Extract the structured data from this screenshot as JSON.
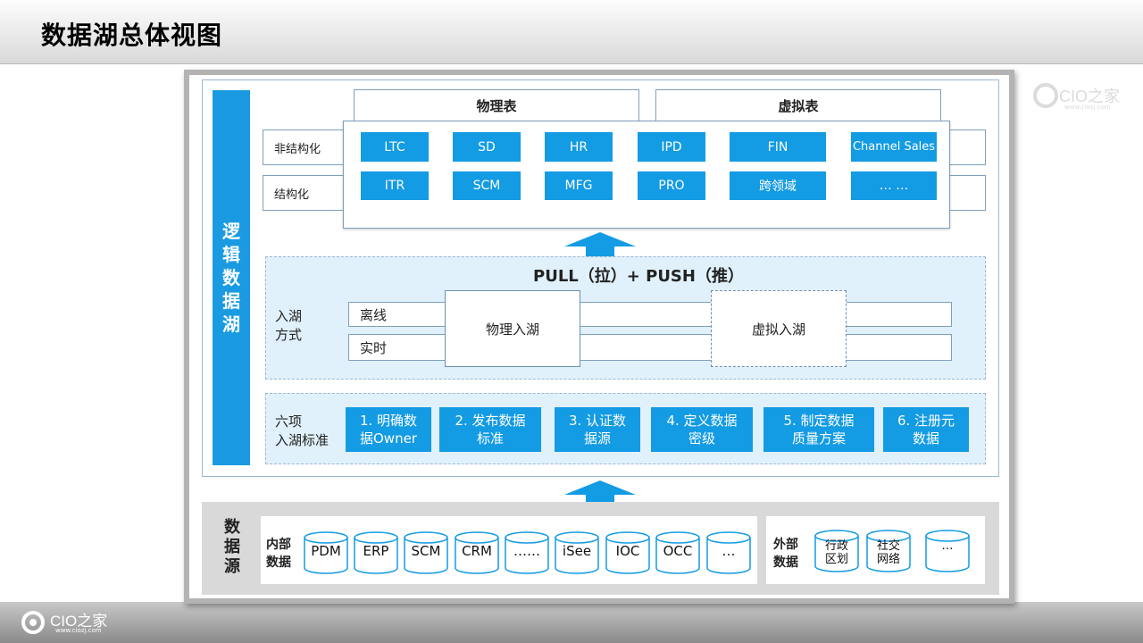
{
  "page": {
    "title": "数据湖总体视图"
  },
  "logo": {
    "text": "CIO之家",
    "url": "www.ciozj.com"
  },
  "logical_lake": {
    "label": "逻辑数据湖",
    "physical_header": "物理表",
    "virtual_header": "虚拟表",
    "rows": [
      {
        "label": "非结构化",
        "cells": [
          "LTC",
          "SD",
          "HR",
          "IPD",
          "FIN",
          "Channel Sales"
        ]
      },
      {
        "label": "结构化",
        "cells": [
          "ITR",
          "SCM",
          "MFG",
          "PRO",
          "跨领域",
          "…  …"
        ]
      }
    ],
    "ingest": {
      "title": "PULL（拉）+ PUSH（推）",
      "label_line1": "入湖",
      "label_line2": "方式",
      "modes": [
        "离线",
        "实时"
      ],
      "physical": "物理入湖",
      "virtual": "虚拟入湖"
    },
    "standards": {
      "label_line1": "六项",
      "label_line2": "入湖标准",
      "items": [
        {
          "line1": "1. 明确数",
          "line2": "据Owner"
        },
        {
          "line1": "2. 发布数据",
          "line2": "标准"
        },
        {
          "line1": "3. 认证数",
          "line2": "据源"
        },
        {
          "line1": "4. 定义数据",
          "line2": "密级"
        },
        {
          "line1": "5. 制定数据",
          "line2": "质量方案"
        },
        {
          "line1": "6. 注册元",
          "line2": "数据"
        }
      ]
    }
  },
  "data_sources": {
    "label": "数据源",
    "internal": {
      "label_line1": "内部",
      "label_line2": "数据",
      "items": [
        "PDM",
        "ERP",
        "SCM",
        "CRM",
        "……",
        "iSee",
        "IOC",
        "OCC",
        "…"
      ]
    },
    "external": {
      "label_line1": "外部",
      "label_line2": "数据",
      "items": [
        {
          "line1": "行政",
          "line2": "区划"
        },
        {
          "line1": "社交",
          "line2": "网络"
        },
        {
          "line1": "…",
          "line2": ""
        }
      ]
    }
  }
}
